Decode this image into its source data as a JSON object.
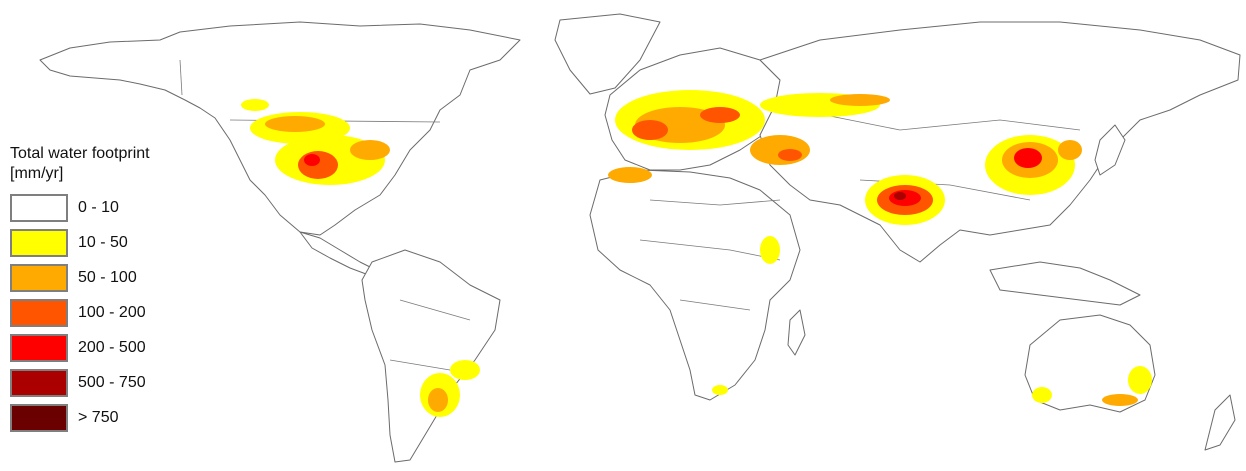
{
  "legend": {
    "title_line1": "Total water footprint",
    "title_line2": "[mm/yr]",
    "items": [
      {
        "label": "0 - 10",
        "color": "#ffffff"
      },
      {
        "label": "10 - 50",
        "color": "#ffff00"
      },
      {
        "label": "50 - 100",
        "color": "#ffaa00"
      },
      {
        "label": "100 - 200",
        "color": "#ff5500"
      },
      {
        "label": "200 - 500",
        "color": "#ff0000"
      },
      {
        "label": "500 - 750",
        "color": "#aa0000"
      },
      {
        "label": "> 750",
        "color": "#6b0000"
      }
    ]
  },
  "colors": {
    "land_fill": "#ffffff",
    "coastline": "#6b6b6b"
  }
}
